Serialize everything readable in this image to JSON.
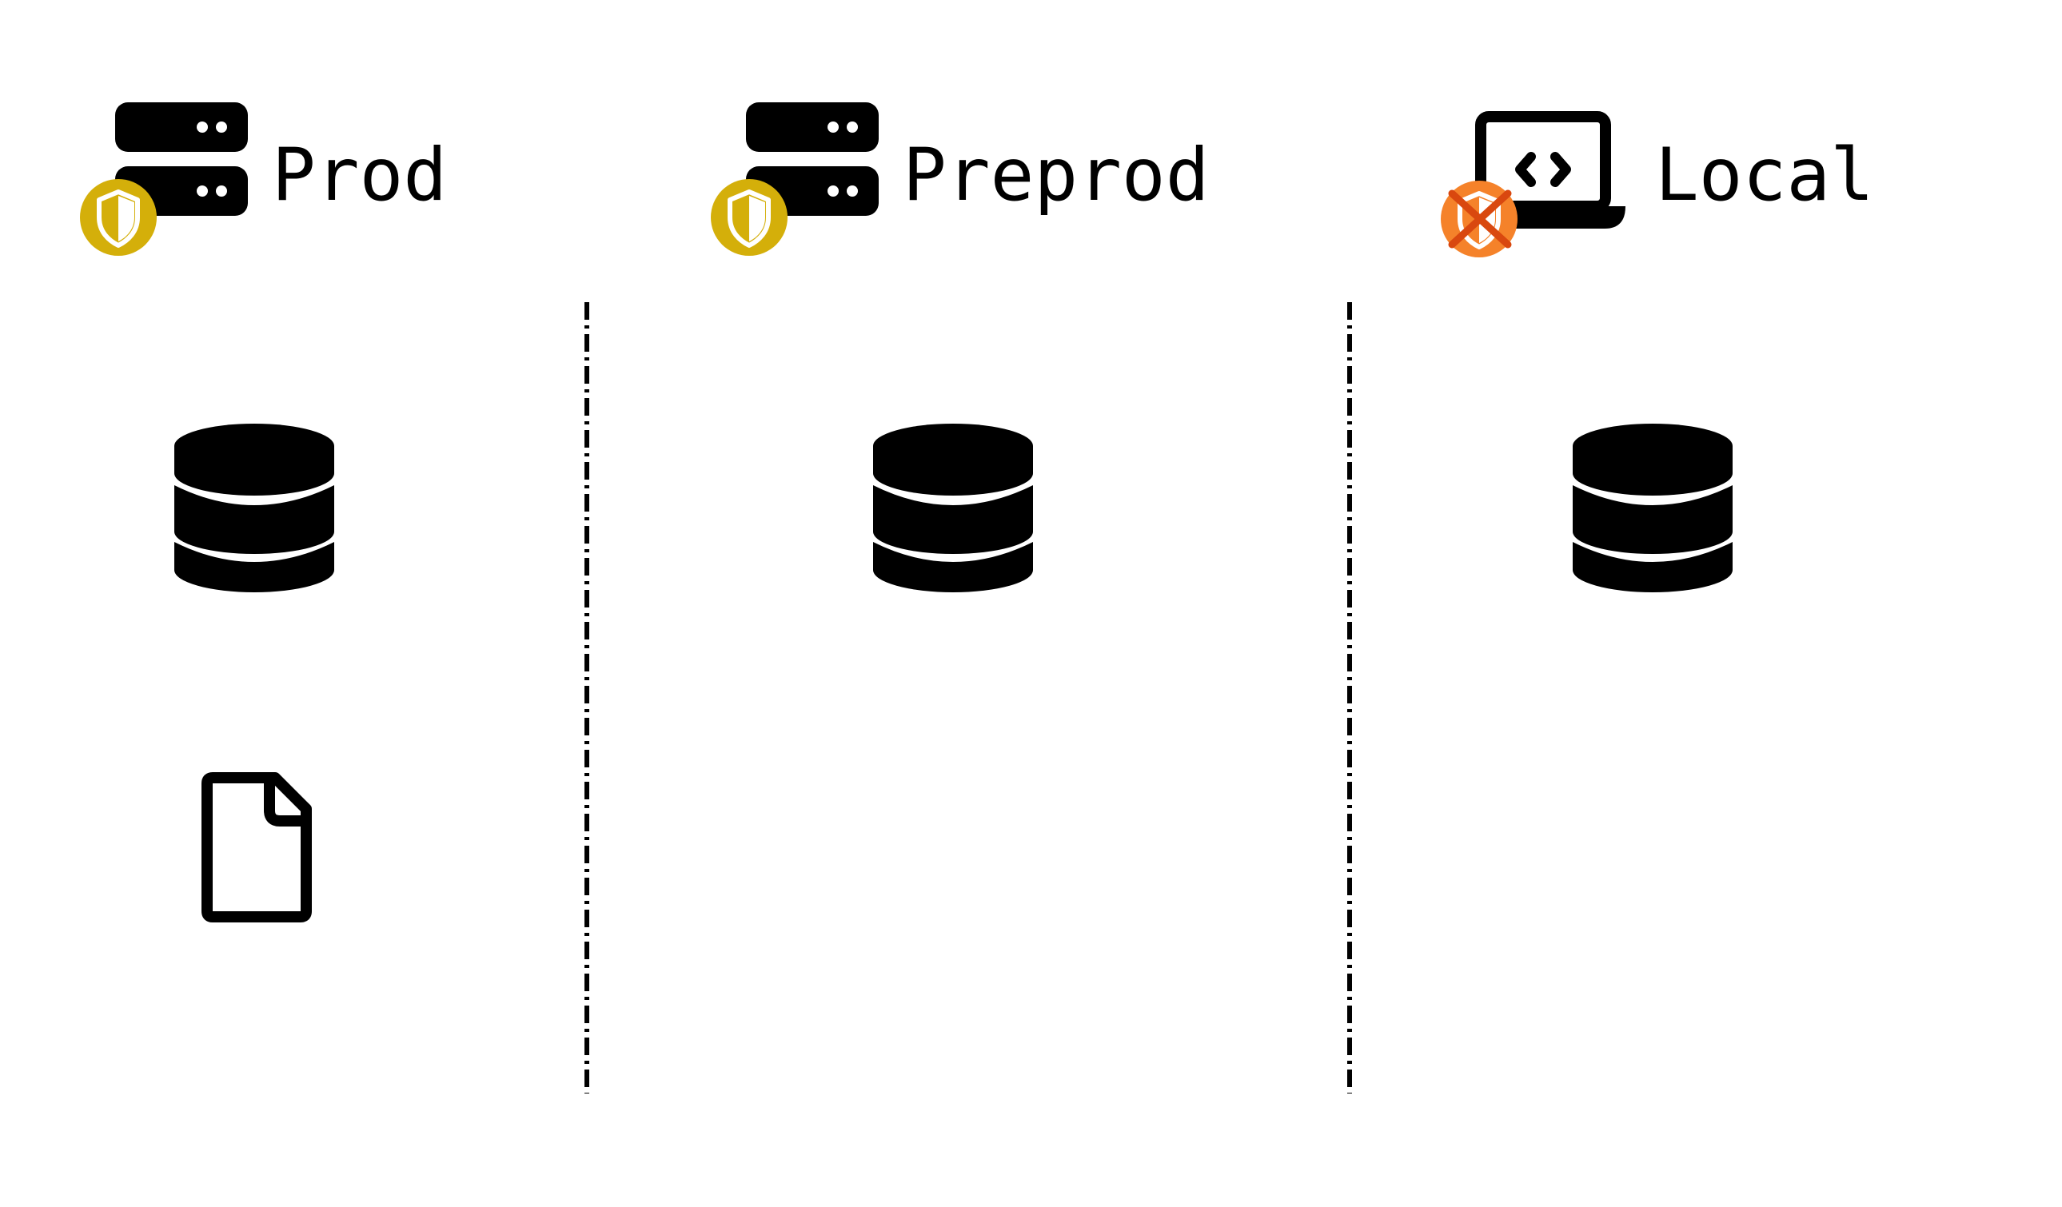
{
  "environments": [
    {
      "id": "prod",
      "label": "Prod",
      "host_icon": "server-icon",
      "badge_icon": "shield-check-icon",
      "badge_color": "#D4AF0A",
      "has_file": true
    },
    {
      "id": "preprod",
      "label": "Preprod",
      "host_icon": "server-icon",
      "badge_icon": "shield-check-icon",
      "badge_color": "#D4AF0A",
      "has_file": false
    },
    {
      "id": "local",
      "label": "Local",
      "host_icon": "laptop-code-icon",
      "badge_icon": "shield-crossed-icon",
      "badge_color": "#F5822A",
      "badge_cross_color": "#D9480F",
      "has_file": false
    }
  ],
  "icons": {
    "database": "database-icon",
    "file": "file-icon"
  },
  "colors": {
    "icon": "#000000",
    "secure_badge": "#D4AF0A",
    "insecure_badge": "#F5822A",
    "divider": "#000000"
  }
}
